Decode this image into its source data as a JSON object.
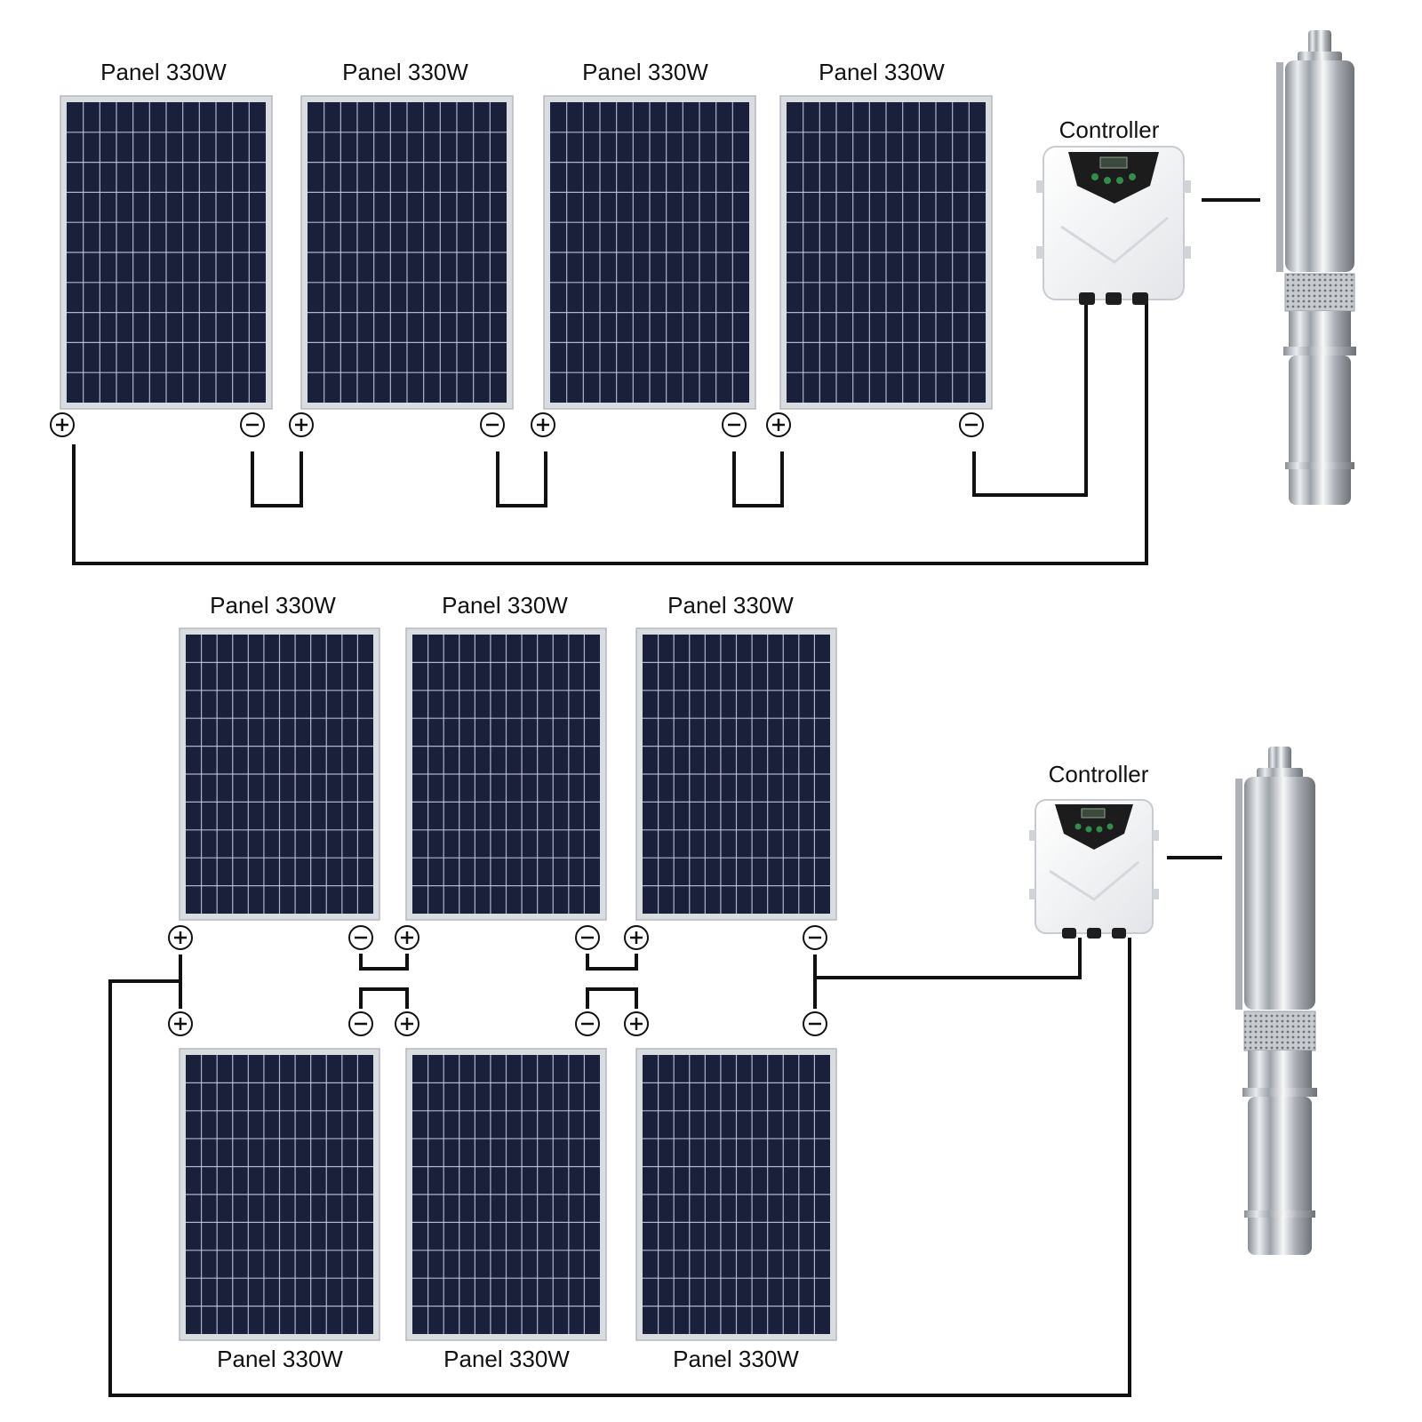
{
  "colors": {
    "panel_cell": "#1a1f3a",
    "panel_grid": "#c9d0e2",
    "panel_frame": "#d9dce0",
    "wire": "#111111",
    "controller_body": "#f4f4f4",
    "controller_face": "#1c1c1c",
    "pump_steel": "#b8bcc2"
  },
  "icons": {
    "positive_terminal": "plus-circle-icon",
    "negative_terminal": "minus-circle-icon"
  },
  "glyphs": {
    "plus": "+",
    "minus": "−"
  },
  "top_system": {
    "panels": [
      {
        "label": "Panel 330W"
      },
      {
        "label": "Panel 330W"
      },
      {
        "label": "Panel 330W"
      },
      {
        "label": "Panel 330W"
      }
    ],
    "controller_label": "Controller"
  },
  "bottom_system": {
    "upper_row": [
      {
        "label": "Panel 330W"
      },
      {
        "label": "Panel 330W"
      },
      {
        "label": "Panel 330W"
      }
    ],
    "lower_row": [
      {
        "label": "Panel 330W"
      },
      {
        "label": "Panel 330W"
      },
      {
        "label": "Panel 330W"
      }
    ],
    "controller_label": "Controller"
  }
}
